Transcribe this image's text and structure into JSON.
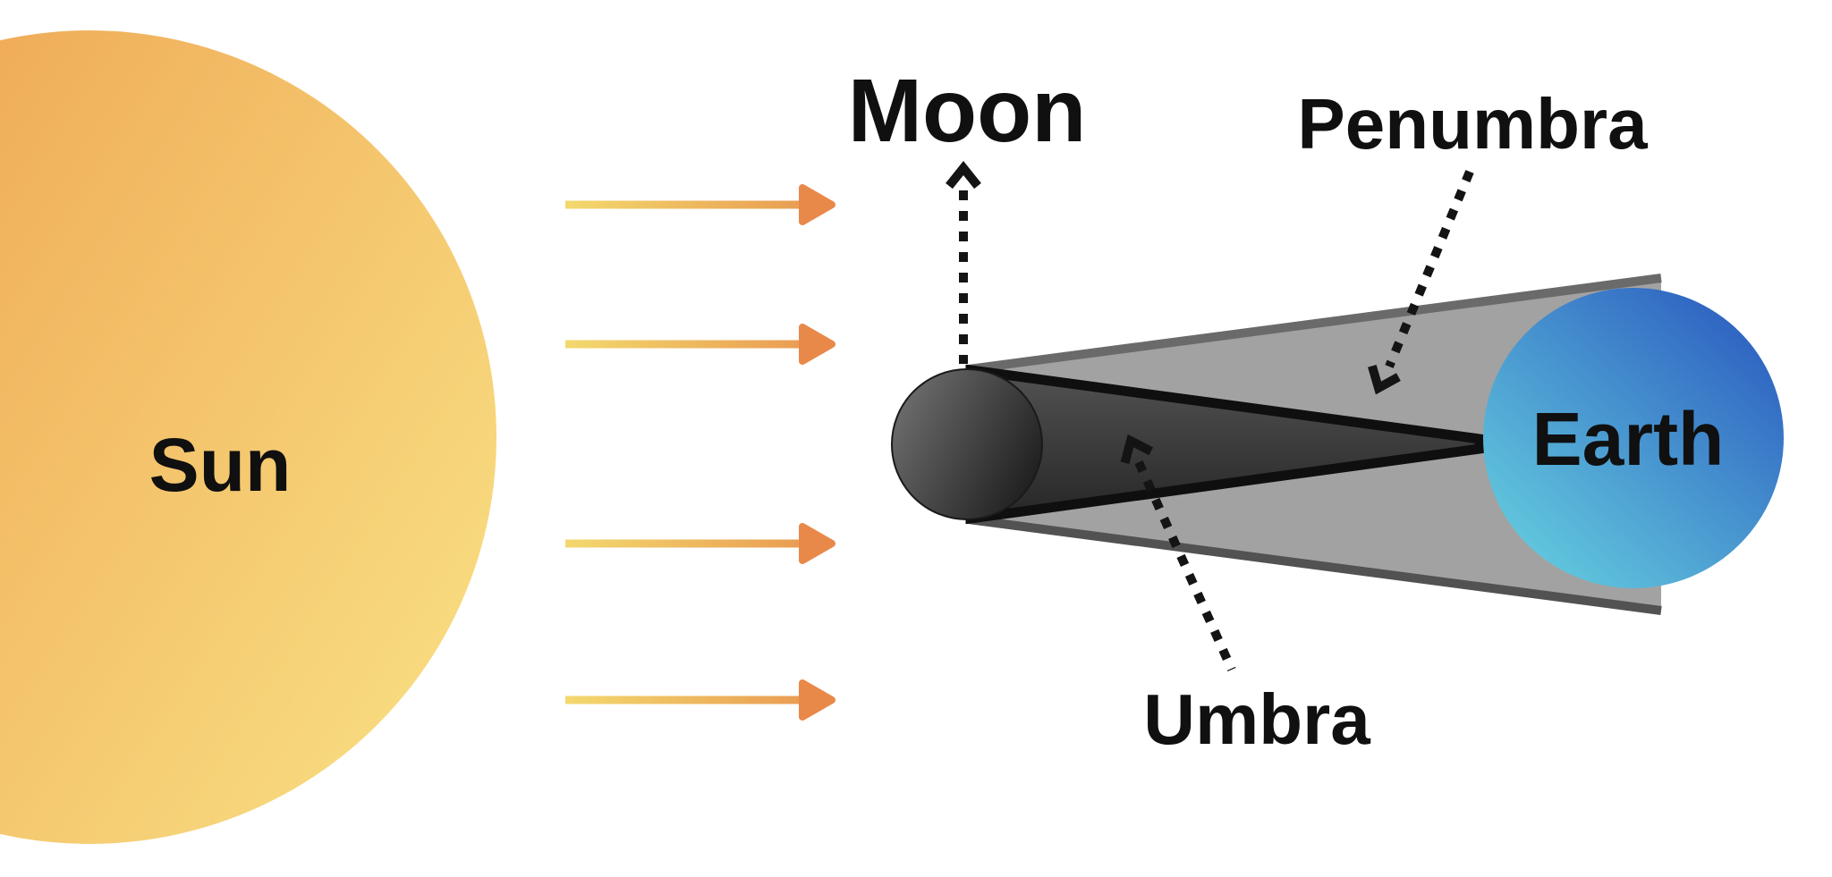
{
  "diagram": {
    "labels": {
      "sun": "Sun",
      "moon": "Moon",
      "penumbra": "Penumbra",
      "umbra": "Umbra",
      "earth": "Earth"
    },
    "colors": {
      "background": "#ffffff",
      "label_text": "#101010",
      "pointer": "#141414",
      "sun_gradient_start": "#eea250",
      "sun_gradient_end": "#f8dc80",
      "ray_gradient_start": "#f3d96e",
      "ray_gradient_end": "#e9964f",
      "ray_head": "#e8894a",
      "moon_gradient_start": "#6f6f6f",
      "moon_gradient_end": "#1c1c1c",
      "moon_outline": "#1a1a1a",
      "umbra_gradient_start": "#525252",
      "umbra_gradient_end": "#262626",
      "umbra_border": "#0f0f0f",
      "penumbra_fill": "#a2a2a2",
      "penumbra_border_top": "#6a6a6a",
      "penumbra_border_bottom": "#525252",
      "earth_gradient_start": "#63cade",
      "earth_gradient_end": "#2c5ec0"
    },
    "ray_count": 4
  }
}
